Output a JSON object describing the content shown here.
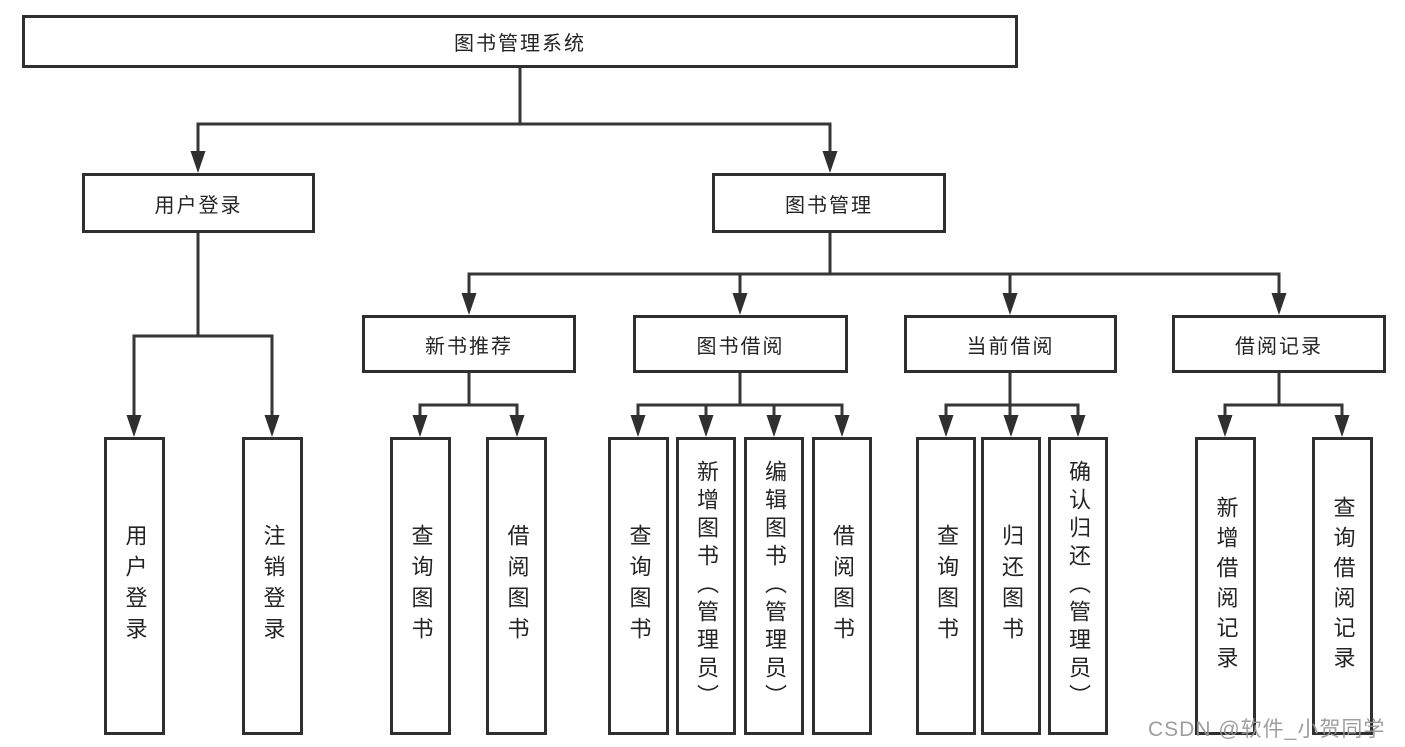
{
  "diagram": {
    "title": "图书管理系统",
    "root": {
      "label": "图书管理系统"
    },
    "branches": [
      {
        "label": "用户登录",
        "children": [
          {
            "label": "用户登录"
          },
          {
            "label": "注销登录"
          }
        ]
      },
      {
        "label": "图书管理",
        "groups": [
          {
            "label": "新书推荐",
            "children": [
              {
                "label": "查询图书"
              },
              {
                "label": "借阅图书"
              }
            ]
          },
          {
            "label": "图书借阅",
            "children": [
              {
                "label": "查询图书"
              },
              {
                "label": "新增图书（管理员）"
              },
              {
                "label": "编辑图书（管理员）"
              },
              {
                "label": "借阅图书"
              }
            ]
          },
          {
            "label": "当前借阅",
            "children": [
              {
                "label": "查询图书"
              },
              {
                "label": "归还图书"
              },
              {
                "label": "确认归还（管理员）"
              }
            ]
          },
          {
            "label": "借阅记录",
            "children": [
              {
                "label": "新增借阅记录"
              },
              {
                "label": "查询借阅记录"
              }
            ]
          }
        ]
      }
    ]
  },
  "colors": {
    "line": "#363636",
    "border": "#2f2f2f",
    "text": "#242424",
    "watermark": "#969696",
    "background": "#ffffff"
  },
  "watermark": {
    "text": "CSDN @软件_小贺同学"
  }
}
